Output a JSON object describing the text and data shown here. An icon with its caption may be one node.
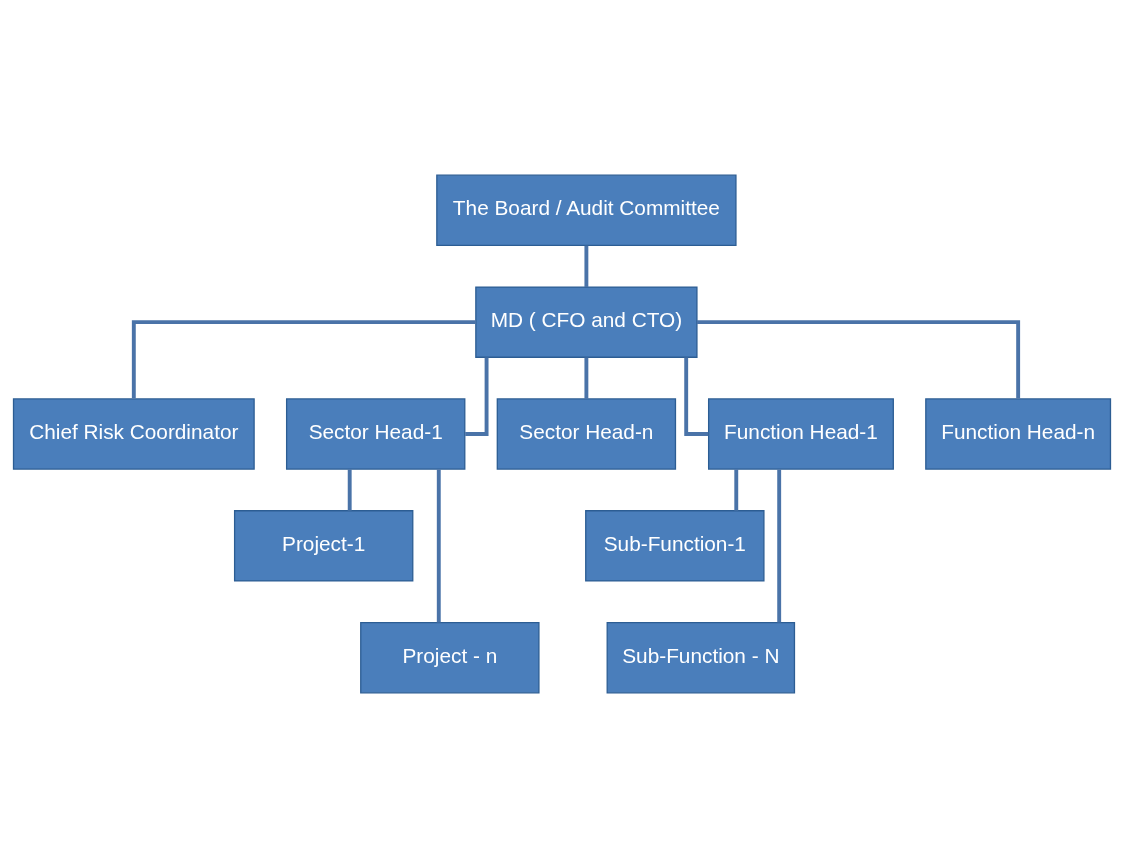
{
  "diagram": {
    "nodes": [
      {
        "text": [
          "The Board / Audit Committee"
        ]
      },
      {
        "text": [
          "MD ( CFO and CTO)"
        ]
      },
      {
        "text": [
          "Chief Risk Coordinator"
        ]
      },
      {
        "text": [
          "Sector Head-1"
        ]
      },
      {
        "text": [
          "Sector Head-n"
        ]
      },
      {
        "text": [
          "Function Head-1"
        ]
      },
      {
        "text": [
          "Function Head-n"
        ]
      },
      {
        "text": [
          "Project-1"
        ]
      },
      {
        "text": [
          "Project - n"
        ]
      },
      {
        "text": [
          "Sub-Function-1"
        ]
      },
      {
        "text": [
          "Sub-Function - N"
        ]
      }
    ],
    "edges": [
      {
        "from": 0,
        "to": 1,
        "arrow": "none"
      },
      {
        "from": 1,
        "to": 2,
        "arrow": "none"
      },
      {
        "from": 1,
        "to": 3,
        "arrow": "none"
      },
      {
        "from": 1,
        "to": 4,
        "arrow": "none"
      },
      {
        "from": 1,
        "to": 5,
        "arrow": "none"
      },
      {
        "from": 1,
        "to": 6,
        "arrow": "none"
      },
      {
        "from": 3,
        "to": 7,
        "arrow": "none"
      },
      {
        "from": 3,
        "to": 8,
        "arrow": "none"
      },
      {
        "from": 5,
        "to": 9,
        "arrow": "none"
      },
      {
        "from": 5,
        "to": 10,
        "arrow": "none"
      }
    ]
  }
}
